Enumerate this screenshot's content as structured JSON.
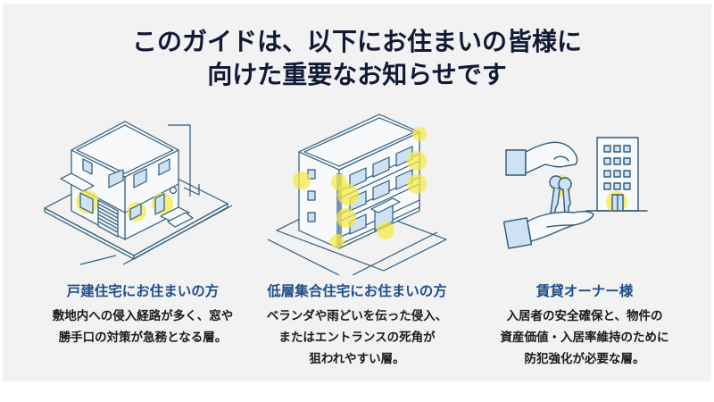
{
  "title": {
    "line1": "このガイドは、以下にお住まいの皆様に",
    "line2": "向けた重要なお知らせです"
  },
  "colors": {
    "background": "#f2f2f2",
    "title": "#111a35",
    "heading": "#1f4e8c",
    "body_text": "#1a1a1a",
    "illustration_stroke": "#2e5a7a",
    "illustration_fill": "#cfe2f3",
    "highlight": "#f5e94a"
  },
  "audiences": [
    {
      "icon": "detached-house-icon",
      "heading": "戸建住宅にお住まいの方",
      "description": [
        "敷地内への侵入経路が多く、窓や",
        "勝手口の対策が急務となる層。"
      ]
    },
    {
      "icon": "apartment-building-icon",
      "heading": "低層集合住宅にお住まいの方",
      "description": [
        "ベランダや雨どいを伝った侵入、",
        "またはエントランスの死角が",
        "狙われやすい層。"
      ]
    },
    {
      "icon": "key-handover-icon",
      "heading": "賃貸オーナー様",
      "description": [
        "入居者の安全確保と、物件の",
        "資産価値・入居率維持のために",
        "防犯強化が必要な層。"
      ]
    }
  ]
}
